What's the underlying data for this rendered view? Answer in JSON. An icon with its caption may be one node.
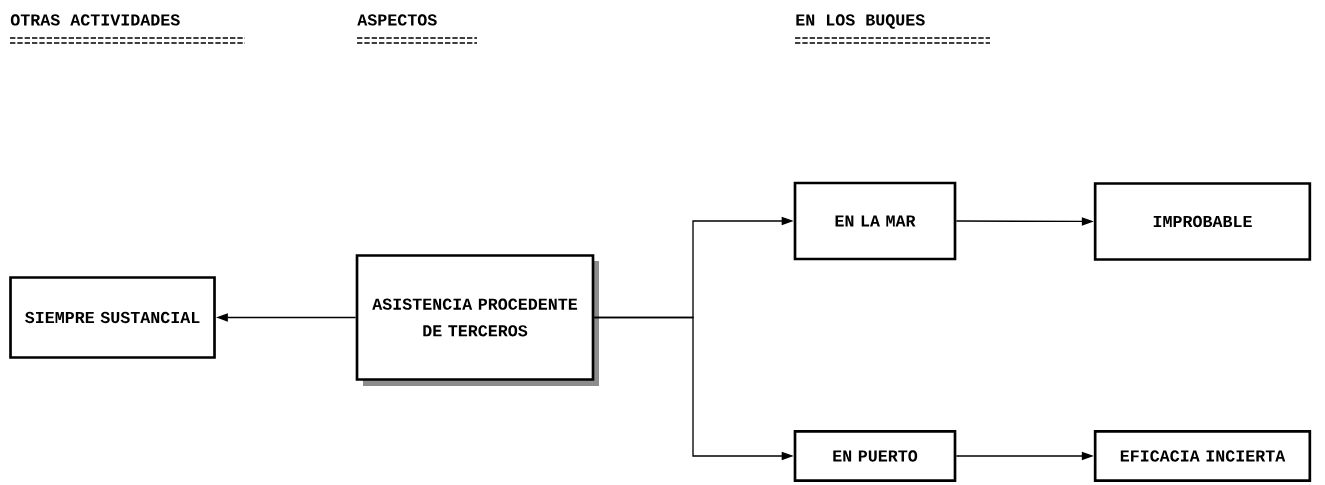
{
  "diagram": {
    "nodes": [
      {
        "text": [
          "SIEMPRE SUSTANCIAL"
        ]
      },
      {
        "text": [
          "ASISTENCIA PROCEDENTE DE TERCEROS"
        ]
      },
      {
        "text": [
          "EN LA MAR"
        ]
      },
      {
        "text": [
          "IMPROBABLE"
        ]
      },
      {
        "text": [
          "EN PUERTO"
        ]
      },
      {
        "text": [
          "EFICACIA INCIERTA"
        ]
      }
    ],
    "edges": [
      {
        "from": 1,
        "to": 0,
        "arrow": "to"
      },
      {
        "from": 1,
        "to": 2,
        "arrow": "to"
      },
      {
        "from": 1,
        "to": 4,
        "arrow": "to"
      },
      {
        "from": 2,
        "to": 3,
        "arrow": "to"
      },
      {
        "from": 4,
        "to": 5,
        "arrow": "to"
      }
    ],
    "labels": [
      "OTRAS ACTIVIDADES",
      "ASPECTOS",
      "EN LOS BUQUES"
    ]
  }
}
